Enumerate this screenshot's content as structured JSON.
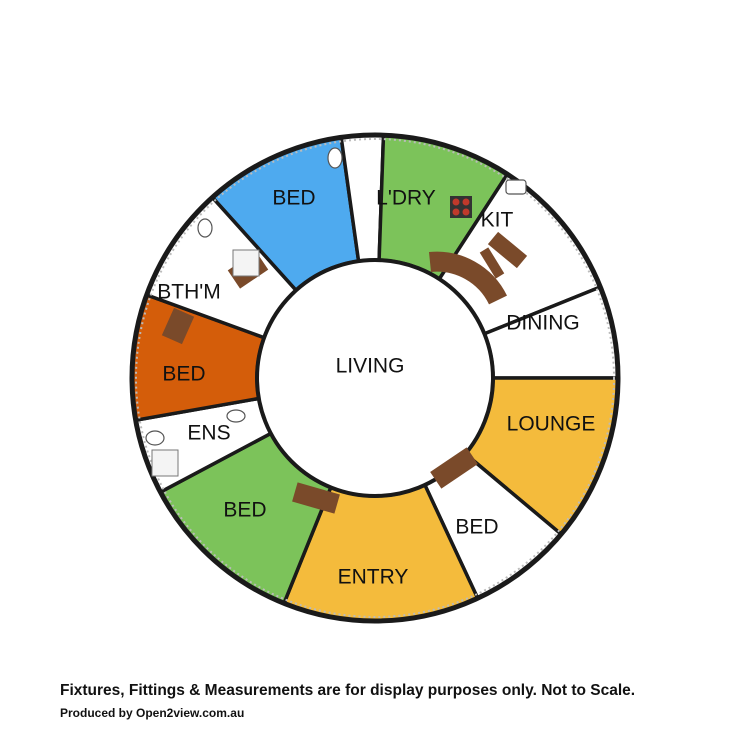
{
  "colors": {
    "green": "#7cc35a",
    "blue": "#4eaaef",
    "orange": "#d45d0a",
    "yellow": "#f4bb3c",
    "white": "#ffffff",
    "wall": "#1a1a1a",
    "furniture": "#7a4a2a"
  },
  "rooms": [
    {
      "id": "living",
      "label": "LIVING"
    },
    {
      "id": "bed-top",
      "label": "BED"
    },
    {
      "id": "laundry",
      "label": "L'DRY"
    },
    {
      "id": "kitchen",
      "label": "KIT"
    },
    {
      "id": "dining",
      "label": "DINING"
    },
    {
      "id": "lounge",
      "label": "LOUNGE"
    },
    {
      "id": "bed-lower-right",
      "label": "BED"
    },
    {
      "id": "entry",
      "label": "ENTRY"
    },
    {
      "id": "bed-lower-left",
      "label": "BED"
    },
    {
      "id": "ensuite",
      "label": "ENS"
    },
    {
      "id": "bed-left",
      "label": "BED"
    },
    {
      "id": "bathroom",
      "label": "BTH'M"
    }
  ],
  "footer": {
    "disclaimer": "Fixtures, Fittings & Measurements are for display purposes only. Not to Scale.",
    "credit": "Produced by Open2view.com.au"
  }
}
